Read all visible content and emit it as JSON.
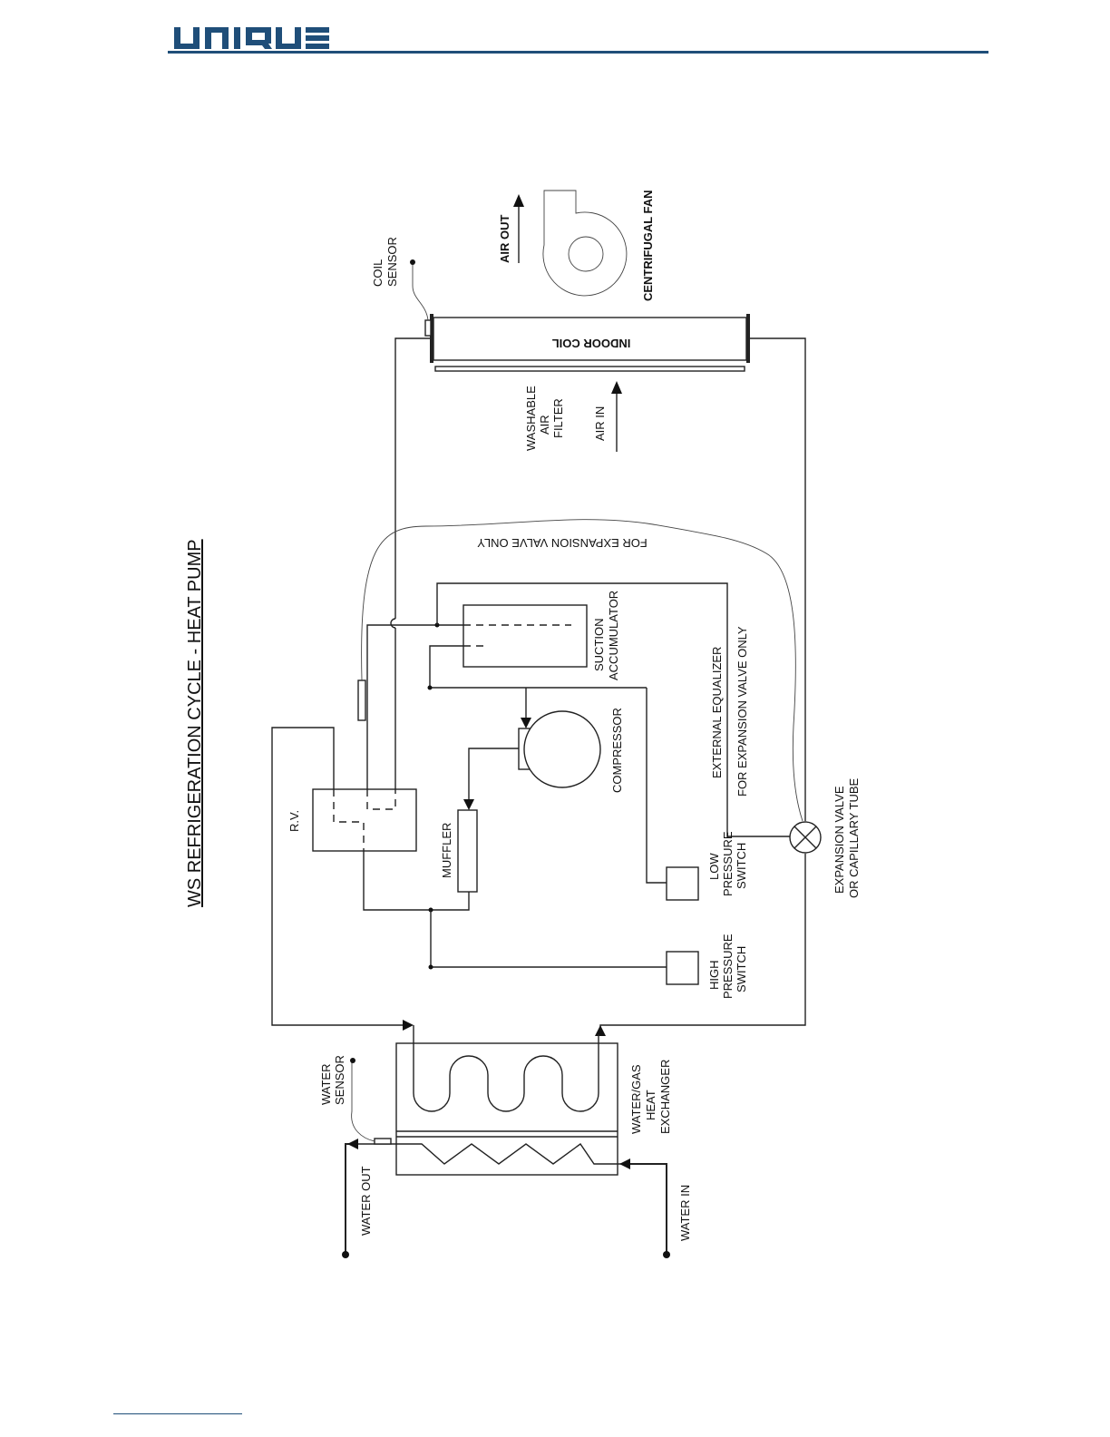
{
  "header": {
    "logo_text": "UNIQUE"
  },
  "diagram": {
    "title": "WS REFRIGERATION CYCLE - HEAT PUMP",
    "labels": {
      "coil_sensor": [
        "COIL",
        "SENSOR"
      ],
      "air_out": "AIR OUT",
      "centrifugal_fan": "CENTRIFUGAL FAN",
      "indoor_coil": "INDOOR COIL",
      "washable_air_filter": [
        "WASHABLE",
        "AIR",
        "FILTER"
      ],
      "air_in": "AIR IN",
      "for_expansion_valve_only": "FOR EXPANSION VALVE ONLY",
      "suction_accumulator": [
        "SUCTION",
        "ACCUMULATOR"
      ],
      "compressor": "COMPRESSOR",
      "external_equalizer": [
        "EXTERNAL EQUALIZER",
        "FOR EXPANSION VALVE ONLY"
      ],
      "rv": "R.V.",
      "muffler": "MUFFLER",
      "low_pressure_switch": [
        "LOW",
        "PRESSURE",
        "SWITCH"
      ],
      "high_pressure_switch": [
        "HIGH",
        "PRESSURE",
        "SWITCH"
      ],
      "expansion_valve": [
        "EXPANSION VALVE",
        "OR CAPILLARY TUBE"
      ],
      "water_sensor": [
        "WATER",
        "SENSOR"
      ],
      "water_gas_heat_exchanger": [
        "WATER/GAS",
        "HEAT",
        "EXCHANGER"
      ],
      "water_out": "WATER OUT",
      "water_in": "WATER IN"
    }
  },
  "colors": {
    "brand": "#1f4e79",
    "line": "#222222"
  }
}
